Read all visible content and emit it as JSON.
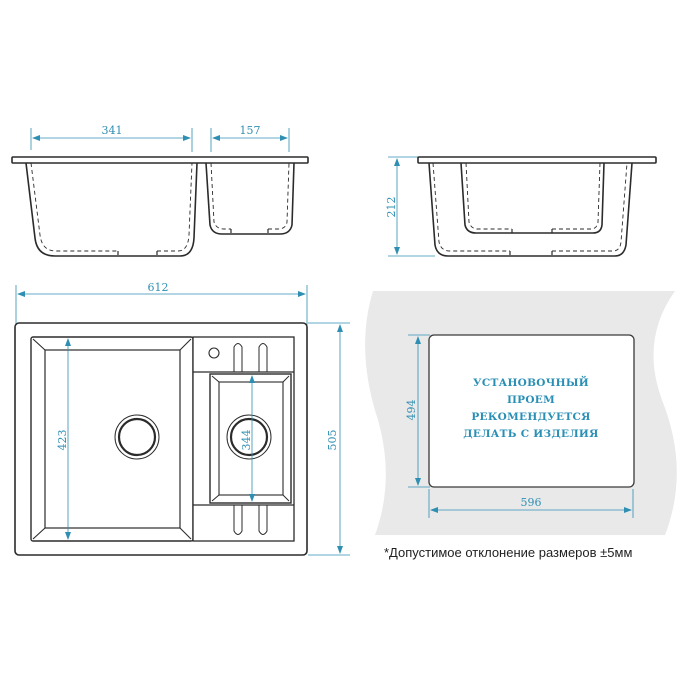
{
  "colors": {
    "dimension": "#2f8fb3",
    "outline": "#2b2b2b",
    "countertop": "#e9e9e9",
    "background": "#ffffff"
  },
  "side_view_front": {
    "dims": {
      "large_bowl_width": "341",
      "small_bowl_width": "157"
    }
  },
  "side_view_profile": {
    "dims": {
      "depth": "212"
    }
  },
  "top_view": {
    "dims": {
      "overall_width": "612",
      "overall_height": "505",
      "large_bowl_height": "423",
      "small_bowl_height": "344"
    }
  },
  "cutout_view": {
    "dims": {
      "height": "494",
      "width": "596"
    },
    "label_lines": [
      "Установочный",
      "проем",
      "рекомендуется",
      "делать с изделия"
    ]
  },
  "footnote": "*Допустимое отклонение размеров ±5мм"
}
